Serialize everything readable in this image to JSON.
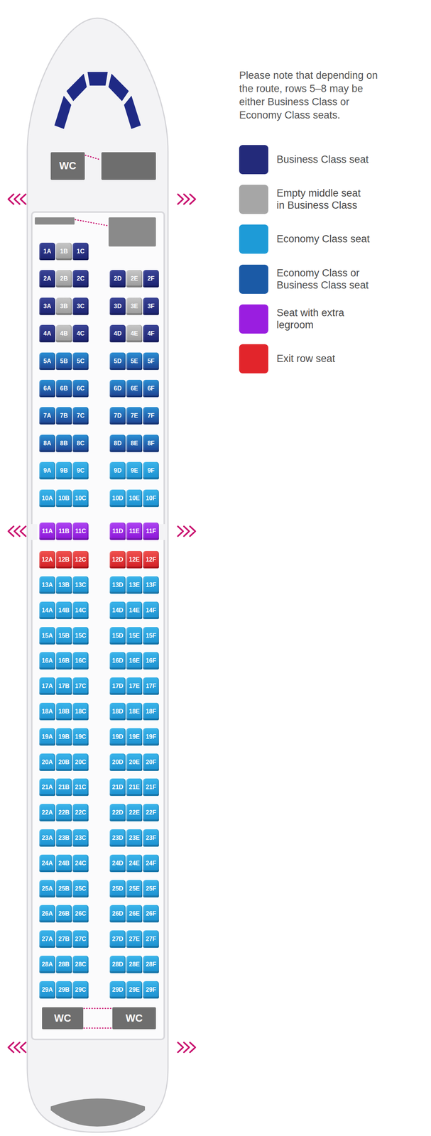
{
  "diagram": {
    "nodes": [
      {
        "text": [
          "WC"
        ]
      },
      {
        "text": [
          "1A"
        ]
      },
      {
        "text": [
          "1B"
        ]
      },
      {
        "text": [
          "1C"
        ]
      },
      {
        "text": [
          "2A"
        ]
      },
      {
        "text": [
          "2B"
        ]
      },
      {
        "text": [
          "2C"
        ]
      },
      {
        "text": [
          "2D"
        ]
      },
      {
        "text": [
          "2E"
        ]
      },
      {
        "text": [
          "2F"
        ]
      },
      {
        "text": [
          "3A"
        ]
      },
      {
        "text": [
          "3B"
        ]
      },
      {
        "text": [
          "3C"
        ]
      },
      {
        "text": [
          "3D"
        ]
      },
      {
        "text": [
          "3E"
        ]
      },
      {
        "text": [
          "3F"
        ]
      },
      {
        "text": [
          "4A"
        ]
      },
      {
        "text": [
          "4B"
        ]
      },
      {
        "text": [
          "4C"
        ]
      },
      {
        "text": [
          "4D"
        ]
      },
      {
        "text": [
          "4E"
        ]
      },
      {
        "text": [
          "4F"
        ]
      },
      {
        "text": [
          "5A"
        ]
      },
      {
        "text": [
          "5B"
        ]
      },
      {
        "text": [
          "5C"
        ]
      },
      {
        "text": [
          "5D"
        ]
      },
      {
        "text": [
          "5E"
        ]
      },
      {
        "text": [
          "5F"
        ]
      },
      {
        "text": [
          "6A"
        ]
      },
      {
        "text": [
          "6B"
        ]
      },
      {
        "text": [
          "6C"
        ]
      },
      {
        "text": [
          "6D"
        ]
      },
      {
        "text": [
          "6E"
        ]
      },
      {
        "text": [
          "6F"
        ]
      },
      {
        "text": [
          "7A"
        ]
      },
      {
        "text": [
          "7B"
        ]
      },
      {
        "text": [
          "7C"
        ]
      },
      {
        "text": [
          "7D"
        ]
      },
      {
        "text": [
          "7E"
        ]
      },
      {
        "text": [
          "7F"
        ]
      },
      {
        "text": [
          "8A"
        ]
      },
      {
        "text": [
          "8B"
        ]
      },
      {
        "text": [
          "8C"
        ]
      },
      {
        "text": [
          "8D"
        ]
      },
      {
        "text": [
          "8E"
        ]
      },
      {
        "text": [
          "8F"
        ]
      },
      {
        "text": [
          "9A"
        ]
      },
      {
        "text": [
          "9B"
        ]
      },
      {
        "text": [
          "9C"
        ]
      },
      {
        "text": [
          "9D"
        ]
      },
      {
        "text": [
          "9E"
        ]
      },
      {
        "text": [
          "9F"
        ]
      },
      {
        "text": [
          "10A"
        ]
      },
      {
        "text": [
          "10B"
        ]
      },
      {
        "text": [
          "10C"
        ]
      },
      {
        "text": [
          "10D"
        ]
      },
      {
        "text": [
          "10E"
        ]
      },
      {
        "text": [
          "10F"
        ]
      },
      {
        "text": [
          "11A"
        ]
      },
      {
        "text": [
          "11B"
        ]
      },
      {
        "text": [
          "11C"
        ]
      },
      {
        "text": [
          "11D"
        ]
      },
      {
        "text": [
          "11E"
        ]
      },
      {
        "text": [
          "11F"
        ]
      },
      {
        "text": [
          "12A"
        ]
      },
      {
        "text": [
          "12B"
        ]
      },
      {
        "text": [
          "12C"
        ]
      },
      {
        "text": [
          "12D"
        ]
      },
      {
        "text": [
          "12E"
        ]
      },
      {
        "text": [
          "12F"
        ]
      },
      {
        "text": [
          "13A"
        ]
      },
      {
        "text": [
          "13B"
        ]
      },
      {
        "text": [
          "13C"
        ]
      },
      {
        "text": [
          "13D"
        ]
      },
      {
        "text": [
          "13E"
        ]
      },
      {
        "text": [
          "13F"
        ]
      },
      {
        "text": [
          "14A"
        ]
      },
      {
        "text": [
          "14B"
        ]
      },
      {
        "text": [
          "14C"
        ]
      },
      {
        "text": [
          "14D"
        ]
      },
      {
        "text": [
          "14E"
        ]
      },
      {
        "text": [
          "14F"
        ]
      },
      {
        "text": [
          "15A"
        ]
      },
      {
        "text": [
          "15B"
        ]
      },
      {
        "text": [
          "15C"
        ]
      },
      {
        "text": [
          "15D"
        ]
      },
      {
        "text": [
          "15E"
        ]
      },
      {
        "text": [
          "15F"
        ]
      },
      {
        "text": [
          "16A"
        ]
      },
      {
        "text": [
          "16B"
        ]
      },
      {
        "text": [
          "16C"
        ]
      },
      {
        "text": [
          "16D"
        ]
      },
      {
        "text": [
          "16E"
        ]
      },
      {
        "text": [
          "16F"
        ]
      },
      {
        "text": [
          "17A"
        ]
      },
      {
        "text": [
          "17B"
        ]
      },
      {
        "text": [
          "17C"
        ]
      },
      {
        "text": [
          "17D"
        ]
      },
      {
        "text": [
          "17E"
        ]
      },
      {
        "text": [
          "17F"
        ]
      },
      {
        "text": [
          "18A"
        ]
      },
      {
        "text": [
          "18B"
        ]
      },
      {
        "text": [
          "18C"
        ]
      },
      {
        "text": [
          "18D"
        ]
      },
      {
        "text": [
          "18E"
        ]
      },
      {
        "text": [
          "18F"
        ]
      },
      {
        "text": [
          "19A"
        ]
      },
      {
        "text": [
          "19B"
        ]
      },
      {
        "text": [
          "19C"
        ]
      },
      {
        "text": [
          "19D"
        ]
      },
      {
        "text": [
          "19E"
        ]
      },
      {
        "text": [
          "19F"
        ]
      },
      {
        "text": [
          "20A"
        ]
      },
      {
        "text": [
          "20B"
        ]
      },
      {
        "text": [
          "20C"
        ]
      },
      {
        "text": [
          "20D"
        ]
      },
      {
        "text": [
          "20E"
        ]
      },
      {
        "text": [
          "20F"
        ]
      },
      {
        "text": [
          "21A"
        ]
      },
      {
        "text": [
          "21B"
        ]
      },
      {
        "text": [
          "21C"
        ]
      },
      {
        "text": [
          "21D"
        ]
      },
      {
        "text": [
          "21E"
        ]
      },
      {
        "text": [
          "21F"
        ]
      },
      {
        "text": [
          "22A"
        ]
      },
      {
        "text": [
          "22B"
        ]
      },
      {
        "text": [
          "22C"
        ]
      },
      {
        "text": [
          "22D"
        ]
      },
      {
        "text": [
          "22E"
        ]
      },
      {
        "text": [
          "22F"
        ]
      },
      {
        "text": [
          "23A"
        ]
      },
      {
        "text": [
          "23B"
        ]
      },
      {
        "text": [
          "23C"
        ]
      },
      {
        "text": [
          "23D"
        ]
      },
      {
        "text": [
          "23E"
        ]
      },
      {
        "text": [
          "23F"
        ]
      },
      {
        "text": [
          "24A"
        ]
      },
      {
        "text": [
          "24B"
        ]
      },
      {
        "text": [
          "24C"
        ]
      },
      {
        "text": [
          "24D"
        ]
      },
      {
        "text": [
          "24E"
        ]
      },
      {
        "text": [
          "24F"
        ]
      },
      {
        "text": [
          "25A"
        ]
      },
      {
        "text": [
          "25B"
        ]
      },
      {
        "text": [
          "25C"
        ]
      },
      {
        "text": [
          "25D"
        ]
      },
      {
        "text": [
          "25E"
        ]
      },
      {
        "text": [
          "25F"
        ]
      },
      {
        "text": [
          "26A"
        ]
      },
      {
        "text": [
          "26B"
        ]
      },
      {
        "text": [
          "26C"
        ]
      },
      {
        "text": [
          "26D"
        ]
      },
      {
        "text": [
          "26E"
        ]
      },
      {
        "text": [
          "26F"
        ]
      },
      {
        "text": [
          "27A"
        ]
      },
      {
        "text": [
          "27B"
        ]
      },
      {
        "text": [
          "27C"
        ]
      },
      {
        "text": [
          "27D"
        ]
      },
      {
        "text": [
          "27E"
        ]
      },
      {
        "text": [
          "27F"
        ]
      },
      {
        "text": [
          "28A"
        ]
      },
      {
        "text": [
          "28B"
        ]
      },
      {
        "text": [
          "28C"
        ]
      },
      {
        "text": [
          "28D"
        ]
      },
      {
        "text": [
          "28E"
        ]
      },
      {
        "text": [
          "28F"
        ]
      },
      {
        "text": [
          "29A"
        ]
      },
      {
        "text": [
          "29B"
        ]
      },
      {
        "text": [
          "29C"
        ]
      },
      {
        "text": [
          "29D"
        ]
      },
      {
        "text": [
          "29E"
        ]
      },
      {
        "text": [
          "29F"
        ]
      },
      {
        "text": [
          "WC"
        ]
      },
      {
        "text": [
          "WC"
        ]
      }
    ],
    "edges": [
      {
        "from": 172,
        "to": 173,
        "arrow": "none"
      },
      {
        "from": 172,
        "to": 173,
        "arrow": "none"
      }
    ],
    "labels": [
      "Please note that depending on the route, rows 5–8 may be either Business Class or Economy Class seats."
    ],
    "legend": [
      {
        "text": "Business Class seat",
        "color": "#232a7a"
      },
      {
        "text": "Empty middle seat in Business Class",
        "color": "#a6a6a6"
      },
      {
        "text": "Economy Class seat",
        "color": "#1e9bd7"
      },
      {
        "text": "Economy Class or Business Class seat",
        "color": "#1b5aa6"
      },
      {
        "text": "Seat with extra legroom",
        "color": "#9a1ee0"
      },
      {
        "text": "Exit row seat",
        "color": "#e2252b"
      }
    ]
  }
}
